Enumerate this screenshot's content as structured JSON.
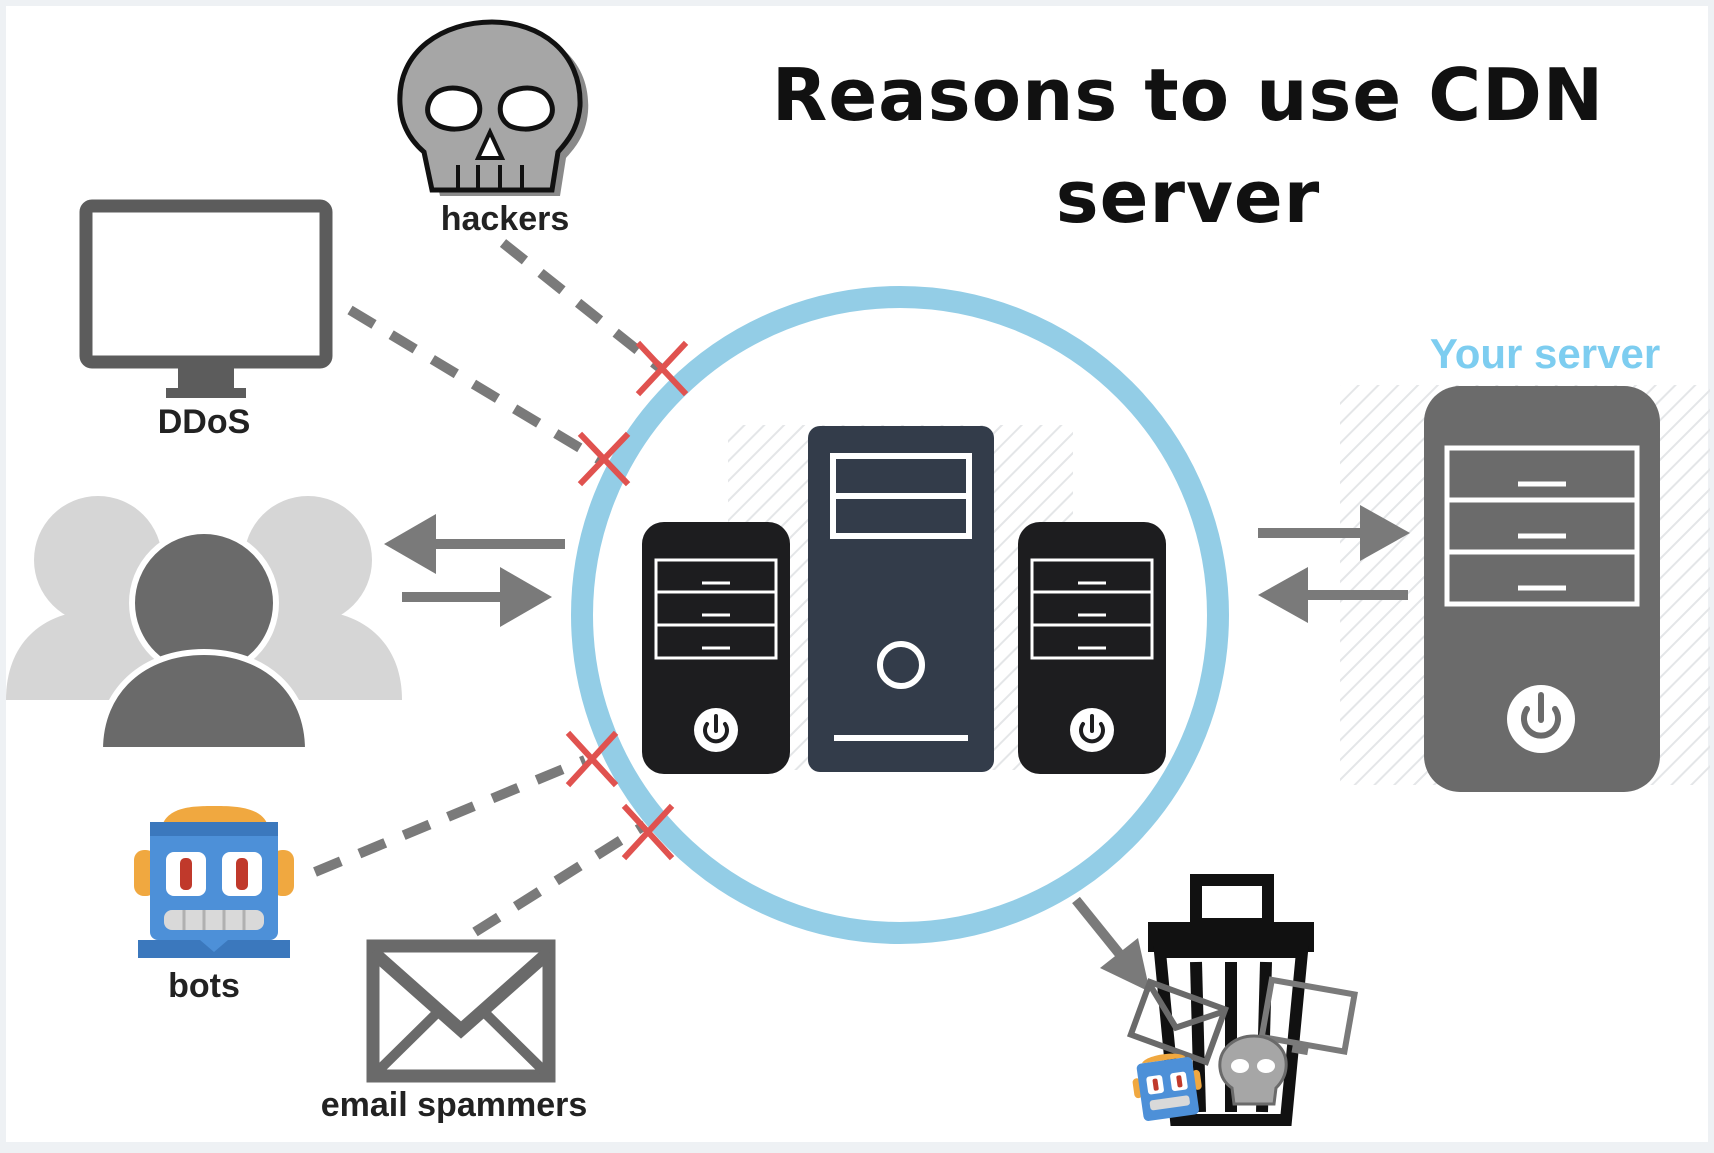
{
  "title": {
    "line1": "Reasons to use CDN",
    "line2": "server"
  },
  "threats": {
    "hackers": "hackers",
    "ddos": "DDoS",
    "bots": "bots",
    "email_spammers": "email spammers"
  },
  "origin_server": {
    "label": "Your server"
  },
  "colors": {
    "cdn_ring": "#93cde6",
    "blocked_x": "#e0524f",
    "dark_server": "#1d1d1f",
    "navy_server": "#333c4a",
    "gray_server": "#6b6b6b",
    "arrow": "#7a7a7a",
    "robot_blue": "#4d90d8",
    "robot_orange": "#f0a840"
  },
  "icons": [
    "skull-icon",
    "monitor-icon",
    "users-icon",
    "robot-icon",
    "envelope-icon",
    "cdn-server-cluster-icon",
    "origin-server-icon",
    "trash-can-icon",
    "blocked-x-icon",
    "power-icon"
  ]
}
